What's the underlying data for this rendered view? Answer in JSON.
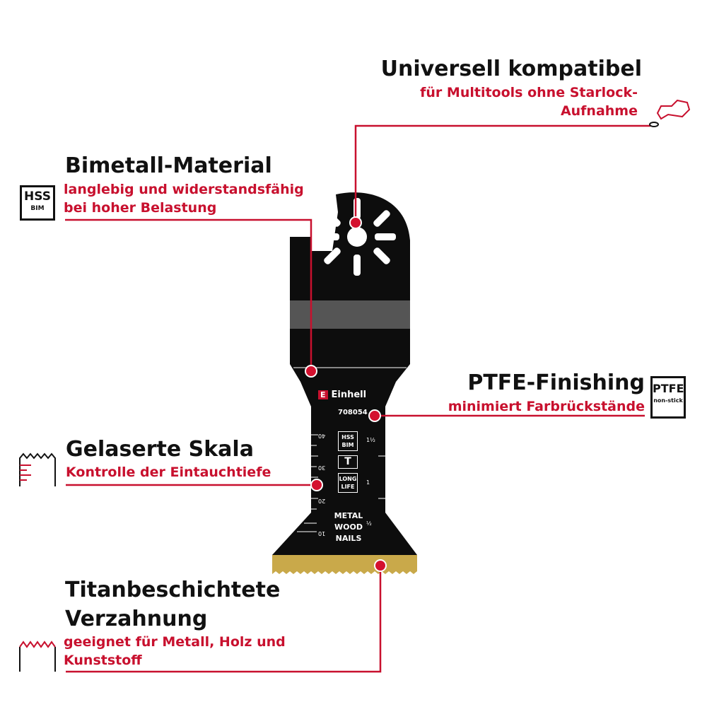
{
  "features": [
    {
      "title": "Universell kompatibel",
      "lines": [
        "für Multitools ohne Starlock-",
        "Aufnahme"
      ],
      "icon": "multitool-icon"
    },
    {
      "title": "Bimetall-Material",
      "lines": [
        "langlebig und widerstandsfähig",
        "bei hoher Belastung"
      ],
      "icon": "hss-bim-icon",
      "icon_text": [
        "HSS",
        "BIM"
      ]
    },
    {
      "title": "PTFE-Finishing",
      "lines": [
        "minimiert Farbrückstände"
      ],
      "icon": "ptfe-icon",
      "icon_text": [
        "PTFE",
        "non-stick"
      ]
    },
    {
      "title": "Gelaserte Skala",
      "lines": [
        "Kontrolle der Eintauchtiefe"
      ],
      "icon": "scale-icon"
    },
    {
      "title_lines": [
        "Titanbeschichtete",
        "Verzahnung"
      ],
      "lines": [
        "geeignet für Metall, Holz und",
        "Kunststoff"
      ],
      "icon": "teeth-icon"
    }
  ],
  "blade": {
    "brand": "Einhell",
    "model": "708054",
    "badges": [
      "HSS BIM",
      "T",
      "LONG LIFE"
    ],
    "materials": [
      "METAL",
      "WOOD",
      "NAILS"
    ],
    "scale_mm": [
      "40",
      "30",
      "20",
      "10"
    ],
    "scale_in": [
      "1½",
      "1",
      "½"
    ]
  },
  "colors": {
    "accent": "#c8102e",
    "blade": "#0d0d0d",
    "teeth": "#c9a94a"
  }
}
